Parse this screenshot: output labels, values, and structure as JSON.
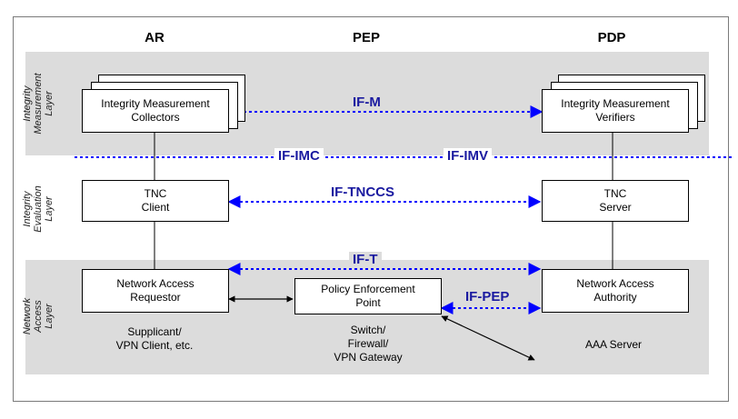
{
  "columns": {
    "ar": "AR",
    "pep": "PEP",
    "pdp": "PDP"
  },
  "layers": {
    "measurement": "Integrity\nMeasurement\nLayer",
    "evaluation": "Integrity\nEvaluation\nLayer",
    "network": "Network\nAccess\nLayer"
  },
  "boxes": {
    "imc": "Integrity Measurement\nCollectors",
    "imv": "Integrity Measurement\nVerifiers",
    "tnc_client": "TNC\nClient",
    "tnc_server": "TNC\nServer",
    "nar": "Network Access\nRequestor",
    "pep": "Policy Enforcement\nPoint",
    "naa": "Network Access\nAuthority"
  },
  "captions": {
    "nar": "Supplicant/\nVPN Client, etc.",
    "pep": "Switch/\nFirewall/\nVPN Gateway",
    "naa": "AAA Server"
  },
  "interfaces": {
    "if_m": "IF-M",
    "if_imc": "IF-IMC",
    "if_imv": "IF-IMV",
    "if_tnccs": "IF-TNCCS",
    "if_t": "IF-T",
    "if_pep": "IF-PEP"
  },
  "colors": {
    "interface": "#1a1aa0",
    "band": "#dcdcdc",
    "arrow": "#0000ff"
  }
}
